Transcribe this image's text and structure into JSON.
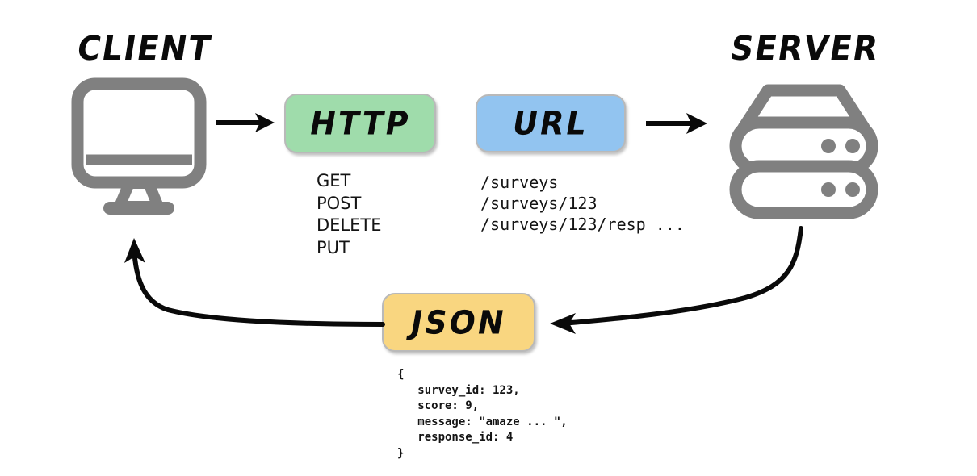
{
  "diagram": {
    "title_client": "CLIENT",
    "title_server": "SERVER",
    "nodes": {
      "http": {
        "label": "HTTP",
        "color": "#9FDCAB"
      },
      "url": {
        "label": "URL",
        "color": "#92C4F0"
      },
      "json": {
        "label": "JSON",
        "color": "#F9D680"
      }
    },
    "http_methods": "GET\nPOST\nDELETE\nPUT",
    "url_paths": "/surveys\n/surveys/123\n/surveys/123/resp ...",
    "json_payload": "{\n   survey_id: 123,\n   score: 9,\n   message: \"amaze ... \",\n   response_id: 4\n}",
    "icons": {
      "client": "monitor-icon",
      "server": "server-rack-icon"
    },
    "arrows": {
      "client_to_http": "arrow-right",
      "url_to_server": "arrow-right",
      "server_to_json": "curved-arrow-left",
      "json_to_client": "curved-arrow-up-left"
    },
    "colors": {
      "icon_gray": "#808080",
      "stroke_black": "#0a0a0a",
      "box_border": "#b9b9b9",
      "background": "#ffffff"
    }
  }
}
